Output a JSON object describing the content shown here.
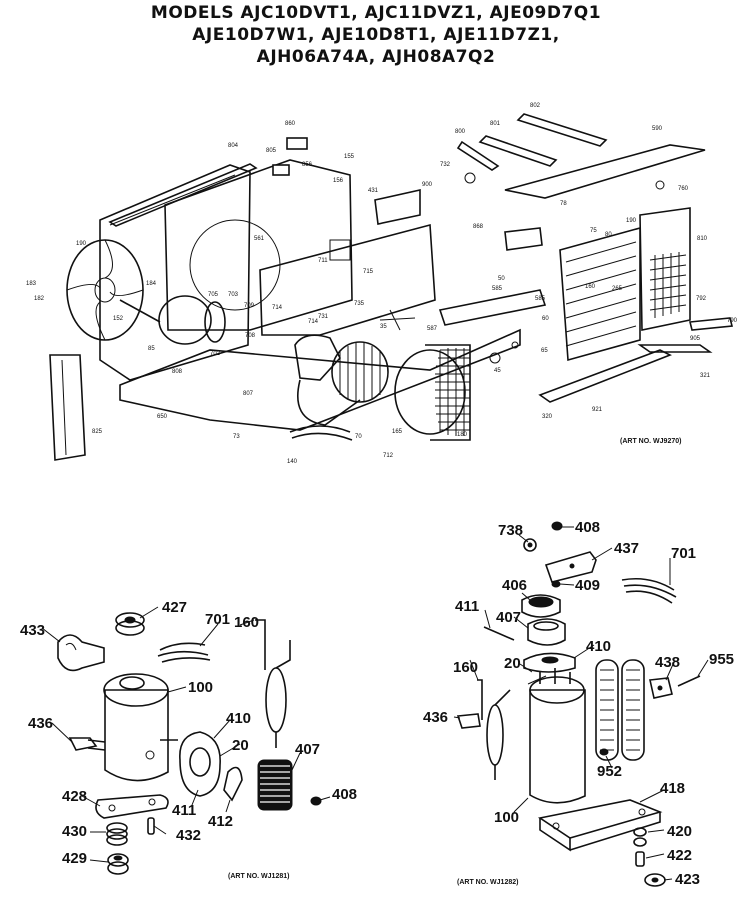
{
  "header": {
    "line1": "MODELS AJC10DVT1, AJC11DVZ1, AJE09D7Q1",
    "line2": "AJE10D7W1, AJE10D8T1, AJE11D7Z1,",
    "line3": "AJH06A74A, AJH08A7Q2"
  },
  "art_numbers": {
    "main": "(ART NO. WJ9270)",
    "lower_left": "(ART NO. WJ1281)",
    "lower_right": "(ART NO. WJ1282)"
  },
  "lower_left_labels": [
    "433",
    "427",
    "701",
    "160",
    "436",
    "100",
    "410",
    "20",
    "407",
    "428",
    "411",
    "412",
    "408",
    "430",
    "432",
    "429"
  ],
  "lower_right_labels": [
    "738",
    "408",
    "437",
    "701",
    "406",
    "409",
    "411",
    "407",
    "410",
    "160",
    "20",
    "438",
    "955",
    "436",
    "952",
    "100",
    "418",
    "420",
    "422",
    "423"
  ],
  "main_labels": [
    "802",
    "590",
    "800",
    "801",
    "860",
    "804",
    "805",
    "856",
    "155",
    "156",
    "732",
    "431",
    "900",
    "78",
    "80",
    "75",
    "810",
    "190",
    "160",
    "183",
    "182",
    "190",
    "184",
    "152",
    "705",
    "703",
    "709",
    "714",
    "711",
    "561",
    "715",
    "714",
    "85",
    "708",
    "702",
    "731",
    "735",
    "35",
    "587",
    "585",
    "585",
    "60",
    "65",
    "45",
    "50",
    "808",
    "807",
    "650",
    "825",
    "165",
    "180",
    "73",
    "140",
    "70",
    "712",
    "321",
    "320",
    "921",
    "905",
    "790",
    "792",
    "868",
    "265",
    "760"
  ]
}
